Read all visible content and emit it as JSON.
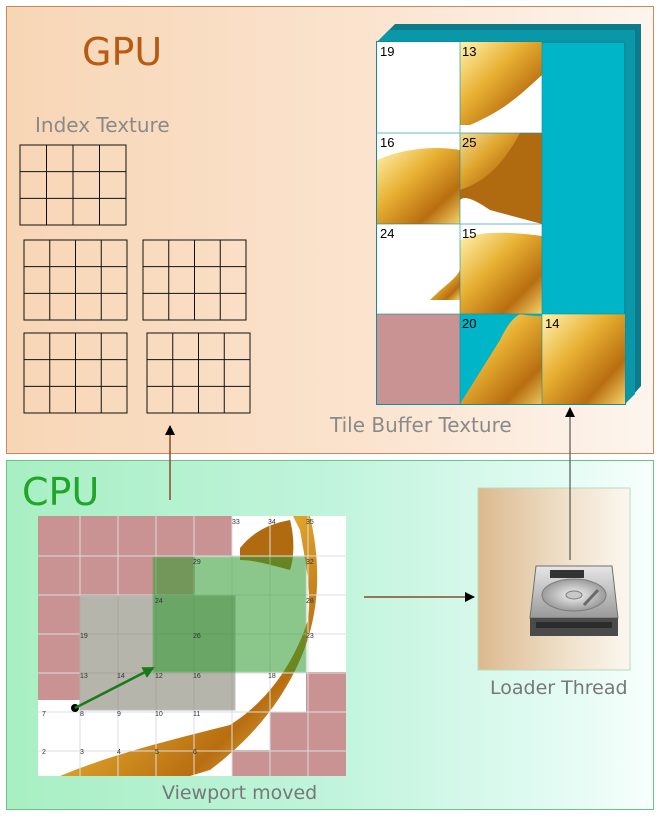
{
  "gpu": {
    "title": "GPU",
    "index_texture_label": "Index Texture",
    "tile_buffer_label": "Tile Buffer Texture"
  },
  "cpu": {
    "title": "CPU",
    "viewport_label": "Viewport moved",
    "loader_label": "Loader Thread"
  },
  "tile_buffer": {
    "tiles": [
      {
        "label": "19",
        "row": 0,
        "col": 0,
        "content": "map"
      },
      {
        "label": "13",
        "row": 0,
        "col": 1,
        "content": "map"
      },
      {
        "label": "",
        "row": 0,
        "col": 2,
        "content": "empty"
      },
      {
        "label": "16",
        "row": 1,
        "col": 0,
        "content": "map"
      },
      {
        "label": "25",
        "row": 1,
        "col": 1,
        "content": "map"
      },
      {
        "label": "",
        "row": 1,
        "col": 2,
        "content": "empty"
      },
      {
        "label": "24",
        "row": 2,
        "col": 0,
        "content": "map"
      },
      {
        "label": "15",
        "row": 2,
        "col": 1,
        "content": "map"
      },
      {
        "label": "",
        "row": 2,
        "col": 2,
        "content": "empty"
      },
      {
        "label": "",
        "row": 3,
        "col": 0,
        "content": "unused"
      },
      {
        "label": "20",
        "row": 3,
        "col": 1,
        "content": "map"
      },
      {
        "label": "14",
        "row": 3,
        "col": 2,
        "content": "map"
      }
    ]
  },
  "viewport_map": {
    "tile_numbers": [
      "33",
      "34",
      "35",
      "29",
      "32",
      "24",
      "28",
      "19",
      "26",
      "23",
      "13",
      "14",
      "12",
      "16",
      "18",
      "7",
      "8",
      "9",
      "10",
      "11",
      "2",
      "3",
      "4",
      "5",
      "6"
    ]
  },
  "colors": {
    "gpu_text": "#b85a12",
    "cpu_text": "#22a52a",
    "teal": "#00b5c8",
    "mauve": "#c99393",
    "map_gold": "#e0a22a"
  }
}
